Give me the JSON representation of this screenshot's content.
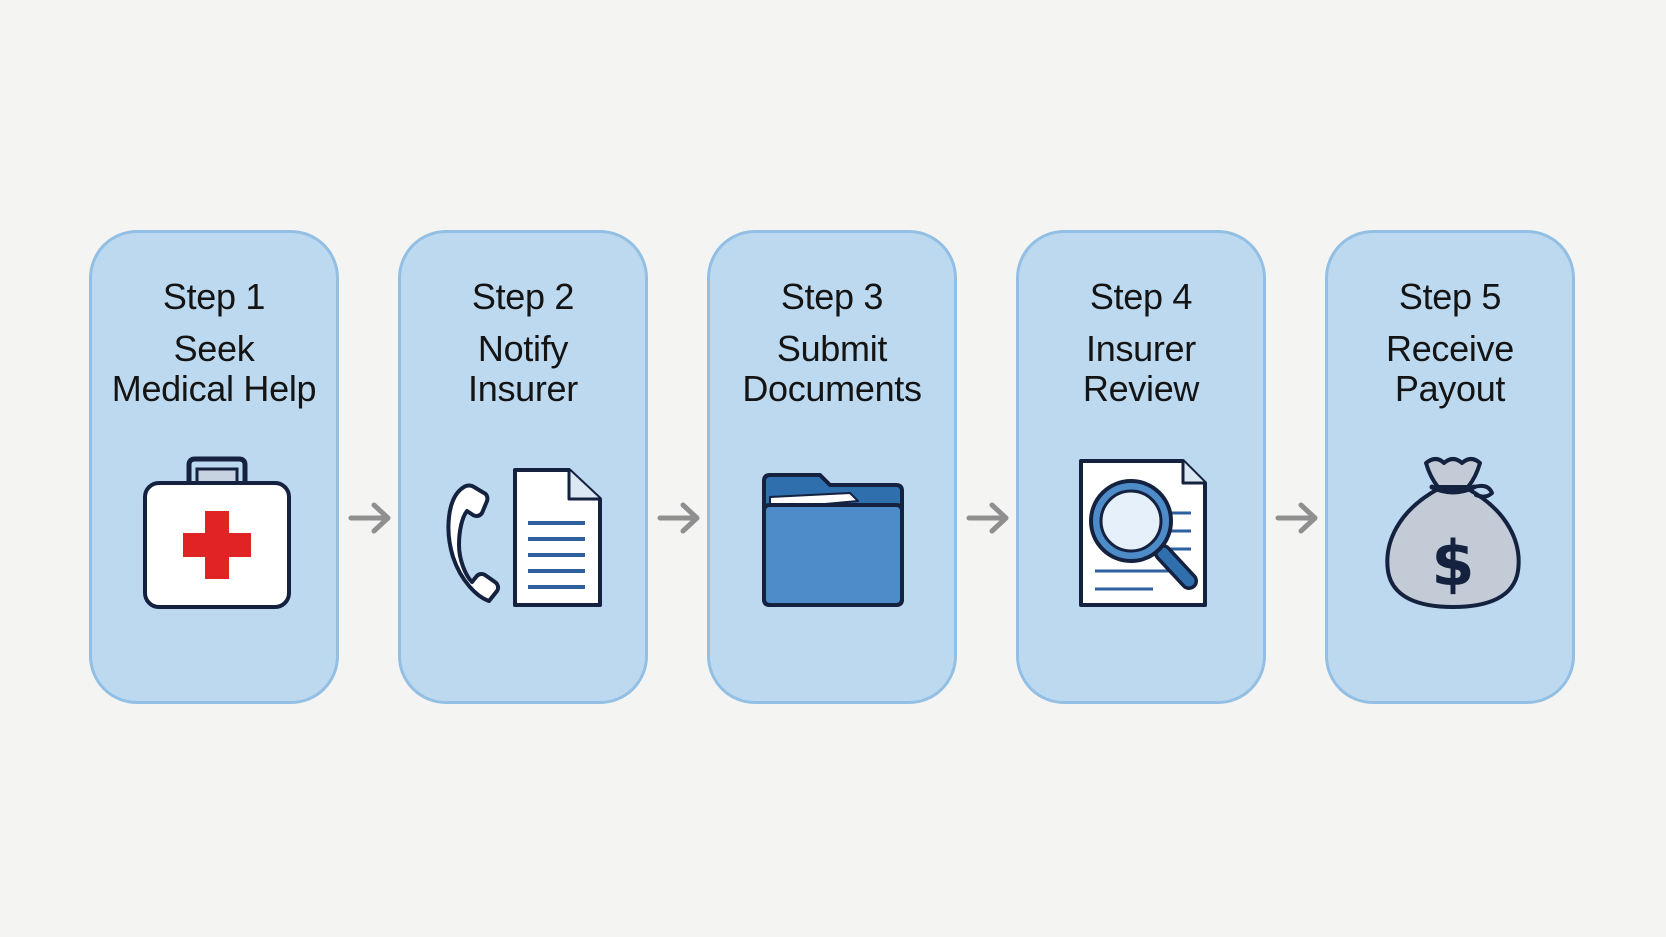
{
  "steps": [
    {
      "step": "Step 1",
      "line1": "Seek",
      "line2": "Medical Help",
      "icon": "first-aid-kit-icon"
    },
    {
      "step": "Step 2",
      "line1": "Notify",
      "line2": "Insurer",
      "icon": "phone-and-document-icon"
    },
    {
      "step": "Step 3",
      "line1": "Submit",
      "line2": "Documents",
      "icon": "folder-icon"
    },
    {
      "step": "Step 4",
      "line1": "Insurer",
      "line2": "Review",
      "icon": "magnifier-document-icon"
    },
    {
      "step": "Step 5",
      "line1": "Receive",
      "line2": "Payout",
      "icon": "money-bag-icon"
    }
  ],
  "colors": {
    "background": "#f4f4f3",
    "card_fill": "#bcd9f0",
    "card_border": "#93bfe4",
    "icon_outline": "#14213f",
    "accent_blue": "#4d8cc8",
    "cross_red": "#e02424",
    "arrow_gray": "#8f8f8f"
  }
}
